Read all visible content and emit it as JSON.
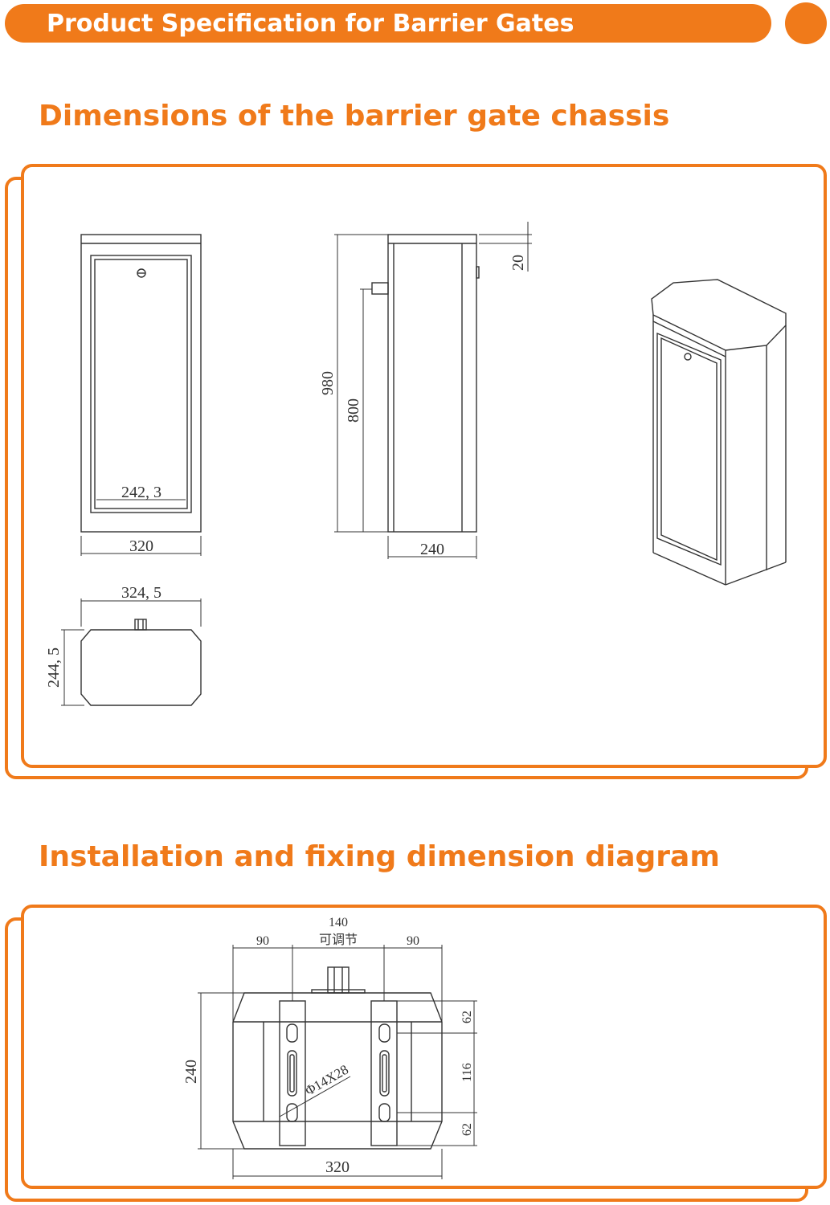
{
  "theme": {
    "accent": "#f07a1a"
  },
  "header": {
    "title": "Product Specification for Barrier Gates"
  },
  "sections": {
    "chassis": {
      "title": "Dimensions of the barrier gate chassis",
      "dims": {
        "door_width": "242, 3",
        "front_width": "320",
        "top_width": "324, 5",
        "top_depth": "244, 5",
        "total_height": "980",
        "arm_height": "800",
        "side_width": "240",
        "cap_height": "20"
      }
    },
    "installation": {
      "title": "Installation and fixing dimension diagram",
      "dims": {
        "adjustable_span": "140",
        "adjustable_note": "可调节",
        "left_offset": "90",
        "right_offset": "90",
        "depth": "240",
        "width": "320",
        "top_margin": "62",
        "middle_span": "116",
        "bottom_margin": "62",
        "slot_spec": "Φ14X28"
      }
    }
  }
}
